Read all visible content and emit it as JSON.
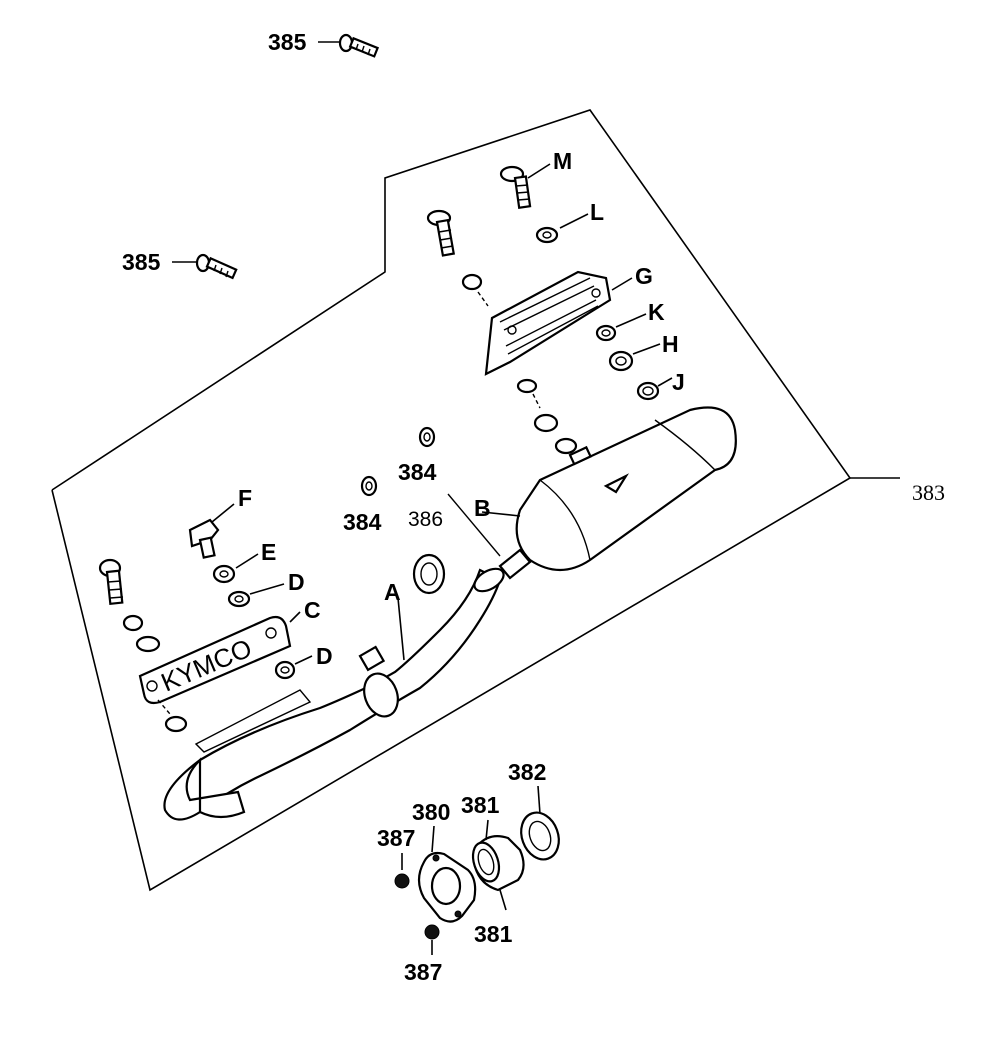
{
  "diagram": {
    "part_numbers": {
      "p385_top": "385",
      "p385_left": "385",
      "p383": "383",
      "p384_a": "384",
      "p384_b": "384",
      "p386": "386",
      "p382": "382",
      "p380": "380",
      "p381_top": "381",
      "p381_bottom": "381",
      "p387_top": "387",
      "p387_bottom": "387"
    },
    "letters": {
      "A": "A",
      "B": "B",
      "C": "C",
      "D1": "D",
      "D2": "D",
      "E": "E",
      "F": "F",
      "G": "G",
      "H": "H",
      "J": "J",
      "K": "K",
      "L": "L",
      "M": "M"
    },
    "heat_shield_text": "KYMCO"
  }
}
